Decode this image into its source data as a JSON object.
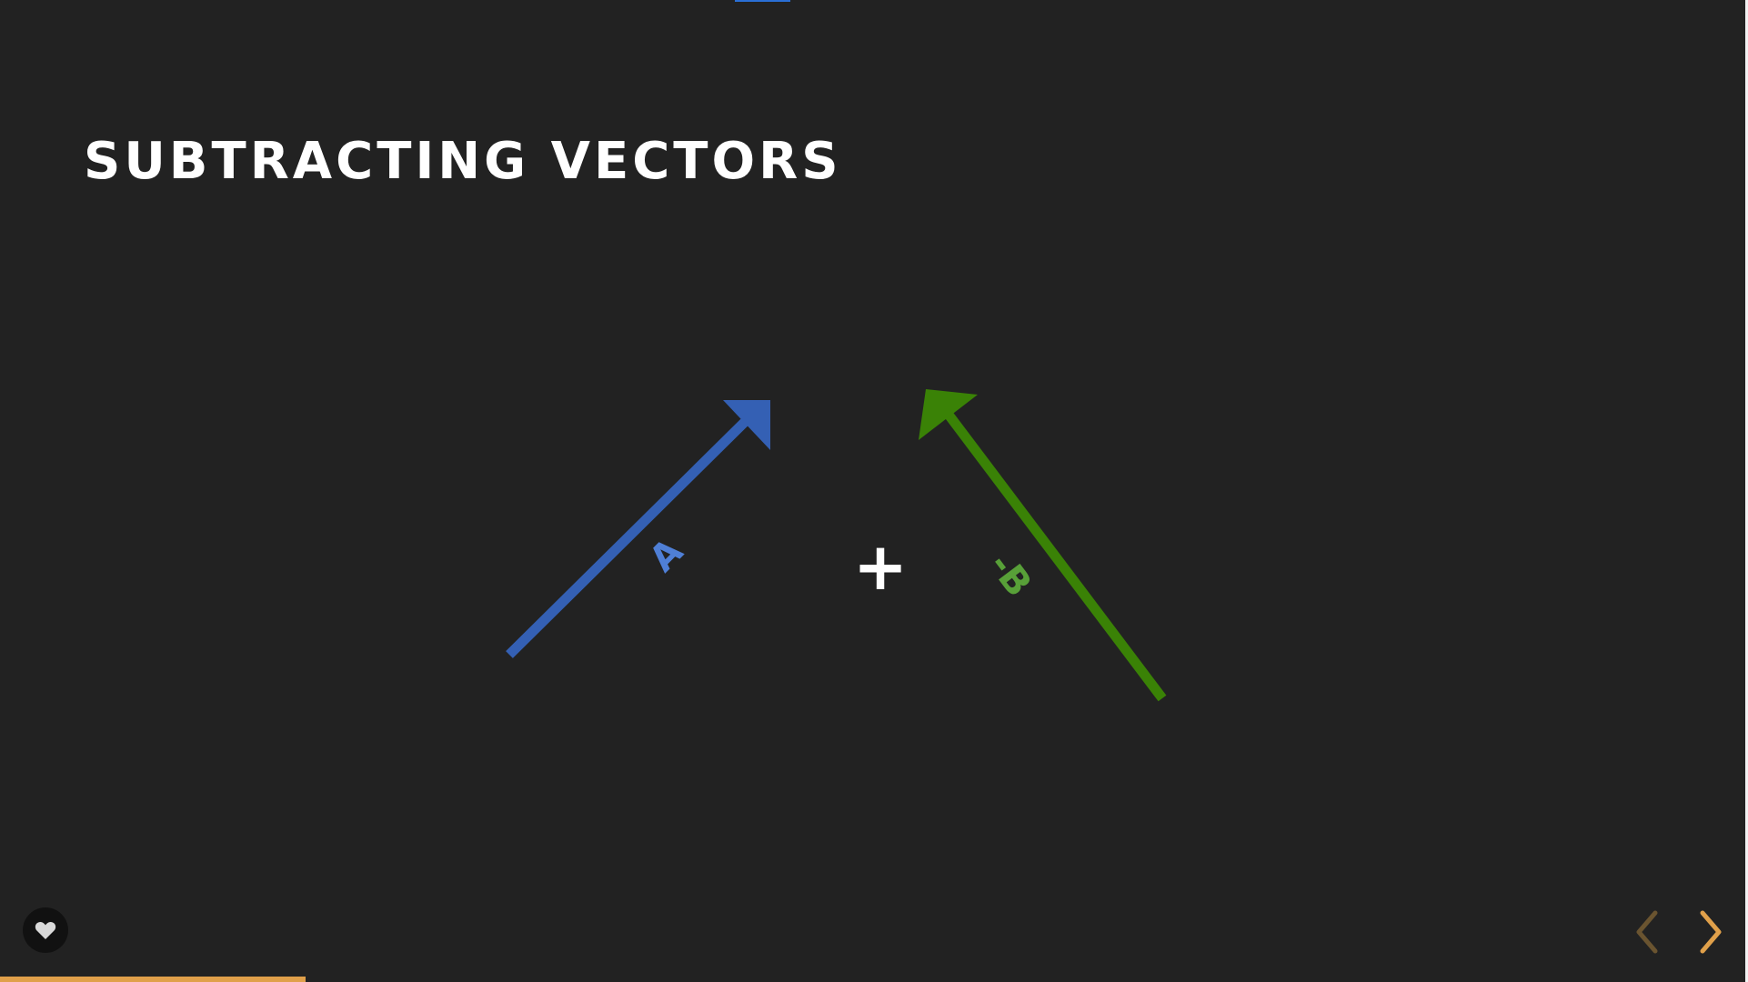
{
  "slide": {
    "title": "SUBTRACTING VECTORS"
  },
  "diagram": {
    "vector_a_label": "A",
    "vector_b_label": "-B",
    "operator": "+"
  },
  "navigation": {
    "prev_icon": "chevron-left-icon",
    "next_icon": "chevron-right-icon",
    "like_icon": "heart-icon"
  },
  "progress": {
    "fraction": 0.175
  },
  "colors": {
    "background": "#222222",
    "title": "#ffffff",
    "vector_a": "#3460b4",
    "vector_a_label": "#4f7fd6",
    "vector_b": "#3a8206",
    "vector_b_label": "#58a038",
    "nav_active": "#e0a04a",
    "nav_inactive": "#6a5430",
    "progress": "#e0a04a",
    "top_accent": "#2a6fd6"
  }
}
